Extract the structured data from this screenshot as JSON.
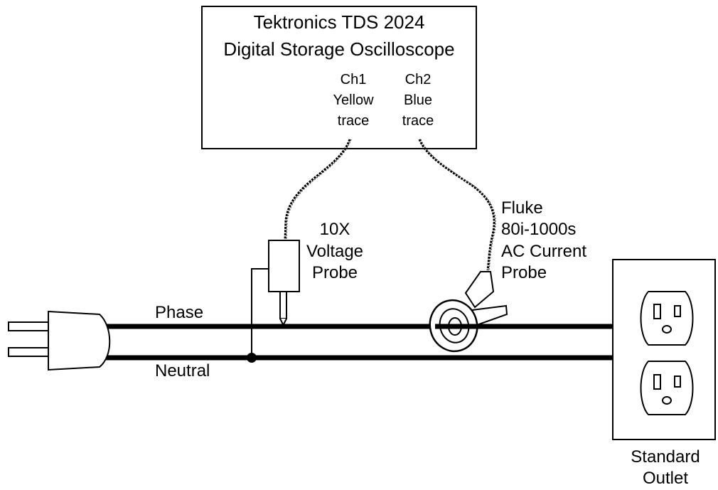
{
  "scope": {
    "title_line1": "Tektronics TDS 2024",
    "title_line2": "Digital Storage Oscilloscope",
    "ch1": {
      "name": "Ch1",
      "color_word": "Yellow",
      "trace_word": "trace"
    },
    "ch2": {
      "name": "Ch2",
      "color_word": "Blue",
      "trace_word": "trace"
    }
  },
  "voltage_probe": {
    "line1": "10X",
    "line2": "Voltage",
    "line3": "Probe"
  },
  "current_probe": {
    "line1": "Fluke",
    "line2": "80i-1000s",
    "line3": "AC Current",
    "line4": "Probe"
  },
  "wires": {
    "phase": "Phase",
    "neutral": "Neutral"
  },
  "outlet": {
    "line1": "Standard",
    "line2": "Outlet"
  },
  "colors": {
    "ink": "#000000",
    "background": "#ffffff"
  }
}
